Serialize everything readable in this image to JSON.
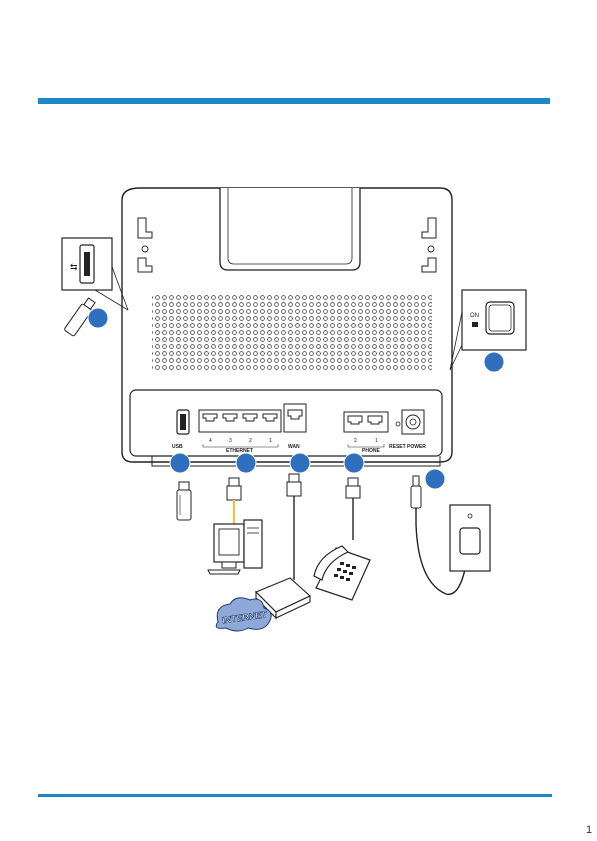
{
  "colors": {
    "accent": "#1f87c7",
    "callout": "#2f6fbd"
  },
  "device": {
    "port_labels": {
      "usb": "USB",
      "ethernet": "ETHERNET",
      "eth_numbers": [
        "4",
        "3",
        "2",
        "1"
      ],
      "wan": "WAN",
      "phone": "PHONE",
      "phone_numbers": [
        "2",
        "1"
      ],
      "reset": "RESET",
      "power": "POWER"
    }
  },
  "cloud": {
    "label": "INTERNET"
  },
  "page": {
    "number": "1"
  }
}
